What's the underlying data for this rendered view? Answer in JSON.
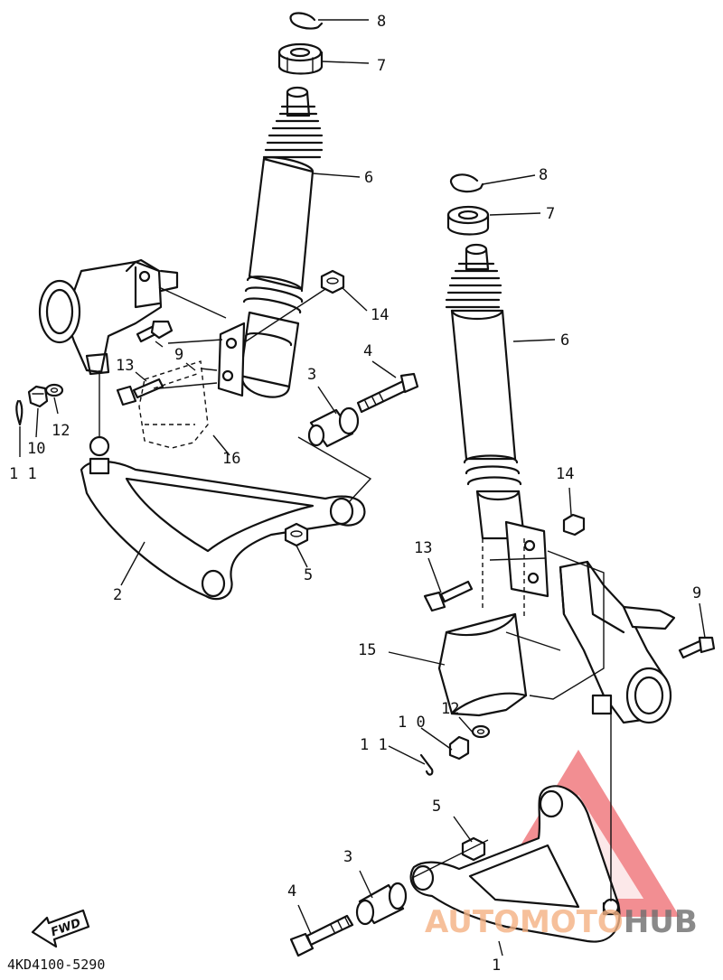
{
  "callouts": {
    "c8a": "8",
    "c7a": "7",
    "c6a": "6",
    "c14a": "14",
    "c9a": "9",
    "c13a": "13",
    "c3a": "3",
    "c4a": "4",
    "c12a": "12",
    "c10a": "10",
    "c11a": "1 1",
    "c16": "16",
    "c2": "2",
    "c5a": "5",
    "c8b": "8",
    "c7b": "7",
    "c6b": "6",
    "c14b": "14",
    "c13b": "13",
    "c9b": "9",
    "c15": "15",
    "c12b": "12",
    "c10b": "1 0",
    "c11b": "1 1",
    "c5b": "5",
    "c3b": "3",
    "c4b": "4",
    "c1": "1"
  },
  "diagram_code": "4KD4100-5290",
  "fwd_label": "FWD",
  "watermark": {
    "auto": "AUTOMO",
    "moto": "TO",
    "hub": "HUB",
    "color_auto": "#f4b183",
    "color_hub": "#6e6e6e",
    "color_triangle": "#e8333a"
  }
}
